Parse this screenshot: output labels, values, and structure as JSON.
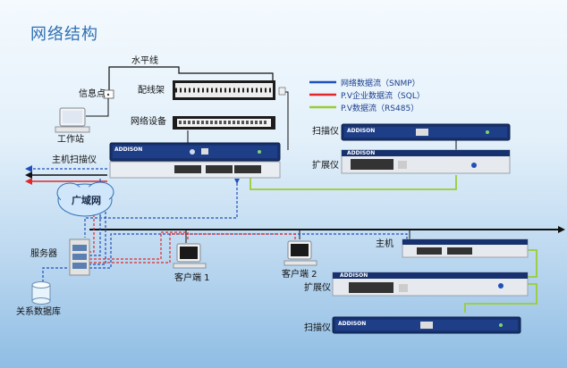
{
  "title": "网络结构",
  "labels": {
    "horizontal_cable": "水平线",
    "info_point": "信息点",
    "patch_panel": "配线架",
    "network_device": "网络设备",
    "workstation": "工作站",
    "host_scanner": "主机扫描仪",
    "wan": "广域网",
    "server": "服务器",
    "database": "关系数据库",
    "client1": "客户端 1",
    "client2": "客户端 2",
    "scanner_top": "扫描仪",
    "expander_top": "扩展仪",
    "host_right": "主机",
    "expander_bottom": "扩展仪",
    "scanner_bottom": "扫描仪"
  },
  "legend": [
    {
      "label": "网络数据流（SNMP）",
      "color": "#1f4fb8"
    },
    {
      "label": "P.V企业数据流（SQL）",
      "color": "#e0282b"
    },
    {
      "label": "P.V数据流（RS485）",
      "color": "#9acd32"
    }
  ],
  "device_brand": "ADDISON"
}
